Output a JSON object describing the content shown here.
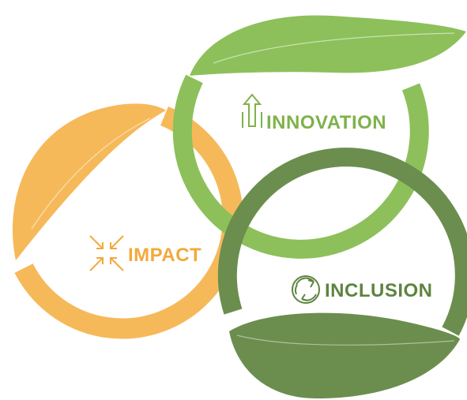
{
  "diagram": {
    "circles": [
      {
        "id": "impact",
        "label": "IMPACT",
        "icon": "arrows-converging-icon",
        "color": "#F6B95A"
      },
      {
        "id": "innovation",
        "label": "INNOVATION",
        "icon": "arrow-up-icon",
        "color": "#8DC05A"
      },
      {
        "id": "inclusion",
        "label": "INCLUSION",
        "icon": "recycle-arrows-icon",
        "color": "#6B8E4E"
      }
    ],
    "colors": {
      "impact": "#F6B95A",
      "innovation": "#8DC05A",
      "inclusion": "#6B8E4E",
      "impact_text": "#F2A93B",
      "innovation_text": "#7FB24A",
      "inclusion_text": "#5E8440"
    }
  }
}
